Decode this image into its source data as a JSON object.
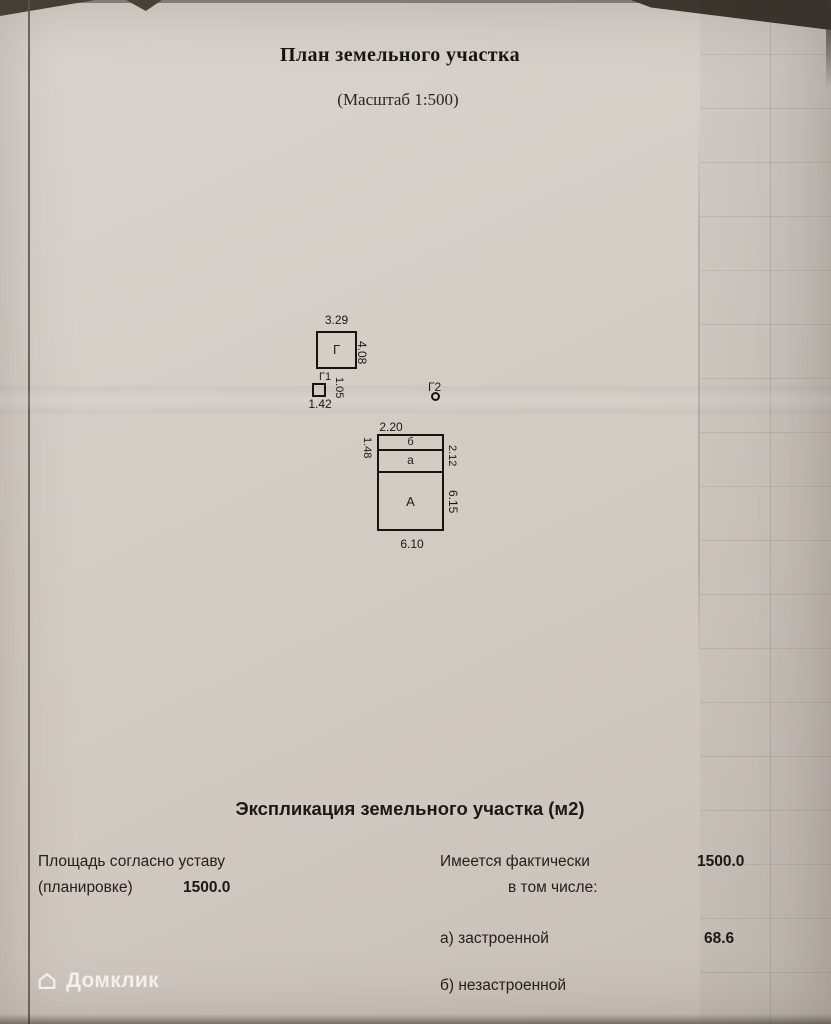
{
  "document": {
    "title": "План земельного участка",
    "subtitle": "(Масштаб 1:500)"
  },
  "plan": {
    "building_g": {
      "label": "Г",
      "dim_top": "3.29",
      "dim_right": "4.08"
    },
    "building_g1": {
      "label": "Г1",
      "dim_right": "1.05",
      "dim_bottom": "1.42"
    },
    "building_g2": {
      "label": "Г2"
    },
    "main_building": {
      "section_b": "б",
      "section_a": "а",
      "section_main": "А",
      "dim_top": "2.20",
      "dim_left": "1.48",
      "dim_right_upper": "2.12",
      "dim_right_lower": "6.15",
      "dim_bottom": "6.10"
    }
  },
  "explication": {
    "heading": "Экспликация земельного участка (м2)",
    "left": {
      "line1": "Площадь согласно уставу",
      "line2": "(планировке)",
      "value": "1500.0"
    },
    "right": {
      "line1": "Имеется фактически",
      "value": "1500.0",
      "line2": "в том числе:",
      "item_a": "а) застроенной",
      "item_a_value": "68.6",
      "item_b": "б) незастроенной"
    }
  },
  "watermark": {
    "label": "Домклик"
  }
}
